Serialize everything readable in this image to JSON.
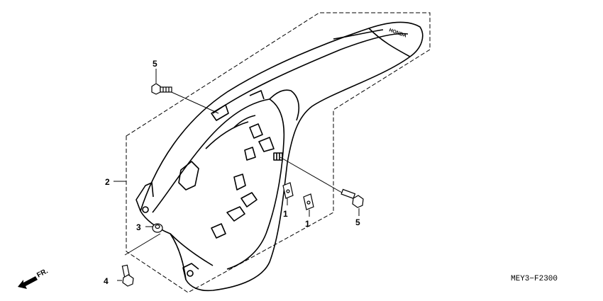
{
  "callouts": {
    "c1a": "1",
    "c1b": "1",
    "c2": "2",
    "c3": "3",
    "c4": "4",
    "c5a": "5",
    "c5b": "5"
  },
  "diagram_code": "MEY3−F2300",
  "direction_label": "FR.",
  "fender_brand": "HONDA",
  "colors": {
    "line": "#000000",
    "background": "#ffffff"
  },
  "icons": [
    "forward-arrow-icon",
    "bolt-icon",
    "grommet-icon",
    "clip-nut-icon"
  ]
}
